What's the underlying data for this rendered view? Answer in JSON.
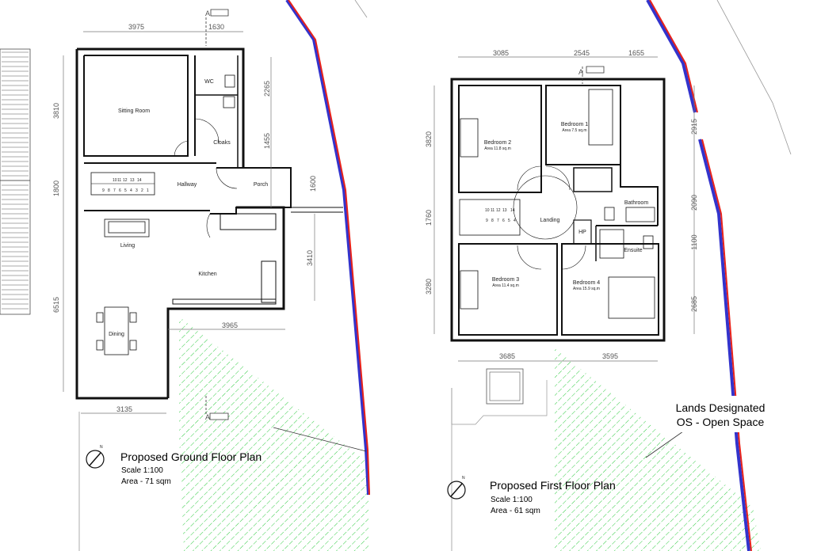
{
  "colors": {
    "wall": "#111111",
    "boundary_red": "#e8221a",
    "boundary_blue": "#3333cc",
    "hatch": "#33cc44",
    "dimension": "#777777"
  },
  "ground": {
    "dims": {
      "top_a": "3975",
      "top_b": "1630",
      "left_1": "3810",
      "left_2": "1800",
      "left_3": "6515",
      "porch_v1": "2265",
      "porch_v2": "1455",
      "porch_v3": "1600",
      "kitchen_v": "3410",
      "kitchen_h": "3965",
      "bottom": "3135"
    },
    "rooms": {
      "wc": "WC",
      "sitting": "Sitting Room",
      "cloaks": "Cloaks",
      "hallway": "Hallway",
      "porch": "Porch",
      "living": "Living",
      "kitchen": "Kitchen",
      "dining": "Dining"
    },
    "stair_top": [
      "14",
      "13",
      "12",
      "11",
      "10"
    ],
    "stair_bottom": [
      "1",
      "2",
      "3",
      "4",
      "5",
      "6",
      "7",
      "8",
      "9"
    ],
    "title": "Proposed Ground Floor Plan",
    "scale": "Scale 1:100",
    "area": "Area -  71 sqm",
    "north": "N",
    "section_mark": "A"
  },
  "first": {
    "dims": {
      "top_a": "3085",
      "top_b": "2545",
      "top_c": "1655",
      "left_1": "3820",
      "left_2": "1760",
      "left_3": "3280",
      "right_1": "2915",
      "right_2": "2090",
      "right_3": "1100",
      "right_4": "2685",
      "bottom_a": "3685",
      "bottom_b": "3595"
    },
    "rooms": {
      "bed1": "Bedroom 1",
      "bed1_area": "Area 7.5 sq.m",
      "bed2": "Bedroom 2",
      "bed2_area": "Area 11.8 sq.m",
      "bath": "Bathroom",
      "landing": "Landing",
      "hp": "HP",
      "ensuite": "Ensuite",
      "bed3": "Bedroom 3",
      "bed3_area": "Area 11.4 sq.m",
      "bed4": "Bedroom 4",
      "bed4_area": "Area 15.9 sq.m"
    },
    "stair_top": [
      "10",
      "11",
      "12",
      "13",
      "14"
    ],
    "stair_bottom": [
      "9",
      "8",
      "7",
      "6",
      "5",
      "4"
    ],
    "title": "Proposed First Floor Plan",
    "scale": "Scale 1:100",
    "area": "Area -  61 sqm",
    "north": "N",
    "section_mark": "A"
  },
  "annotation": {
    "line1": "Lands Designated",
    "line2": "OS - Open Space"
  }
}
